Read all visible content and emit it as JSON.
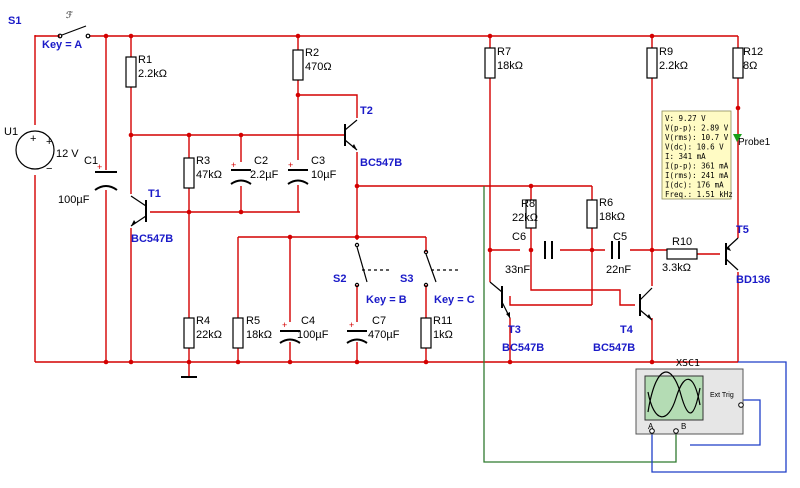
{
  "switches": {
    "s1": {
      "name": "S1",
      "key": "Key = A"
    },
    "s2": {
      "name": "S2",
      "key": "Key = B"
    },
    "s3": {
      "name": "S3",
      "key": "Key = C"
    }
  },
  "source": {
    "name": "U1",
    "value": "12 V"
  },
  "resistors": [
    {
      "name": "R1",
      "value": "2.2kΩ"
    },
    {
      "name": "R2",
      "value": "470Ω"
    },
    {
      "name": "R3",
      "value": "47kΩ"
    },
    {
      "name": "R4",
      "value": "22kΩ"
    },
    {
      "name": "R5",
      "value": "18kΩ"
    },
    {
      "name": "R6",
      "value": "18kΩ"
    },
    {
      "name": "R7",
      "value": "18kΩ"
    },
    {
      "name": "R8",
      "value": "22kΩ"
    },
    {
      "name": "R9",
      "value": "2.2kΩ"
    },
    {
      "name": "R10",
      "value": "3.3kΩ"
    },
    {
      "name": "R11",
      "value": "1kΩ"
    },
    {
      "name": "R12",
      "value": "8Ω"
    }
  ],
  "capacitors": [
    {
      "name": "C1",
      "value": "100µF"
    },
    {
      "name": "C2",
      "value": "2.2µF"
    },
    {
      "name": "C3",
      "value": "10µF"
    },
    {
      "name": "C4",
      "value": "100µF"
    },
    {
      "name": "C5",
      "value": "22nF"
    },
    {
      "name": "C6",
      "value": "33nF"
    },
    {
      "name": "C7",
      "value": "470µF"
    }
  ],
  "transistors": [
    {
      "name": "T1",
      "model": "BC547B"
    },
    {
      "name": "T2",
      "model": "BC547B"
    },
    {
      "name": "T3",
      "model": "BC547B"
    },
    {
      "name": "T4",
      "model": "BC547B"
    },
    {
      "name": "T5",
      "model": "BD136"
    }
  ],
  "probe": {
    "name": "Probe1",
    "readings": [
      "V: 9.27 V",
      "V(p-p): 2.89 V",
      "V(rms): 10.7 V",
      "V(dc): 10.6 V",
      "I: 341 mA",
      "I(p-p): 361 mA",
      "I(rms): 241 mA",
      "I(dc): 176 mA",
      "Freq.: 1.51 kHz"
    ]
  },
  "scope": {
    "name": "XSC1",
    "ext_trig": "Ext Trig",
    "channel_a": "A",
    "channel_b": "B"
  },
  "colors": {
    "wire": "#d40000",
    "label": "#1a1ac8",
    "probe_bg": "#fffbc4",
    "scope_screen": "#b4dcb4"
  }
}
